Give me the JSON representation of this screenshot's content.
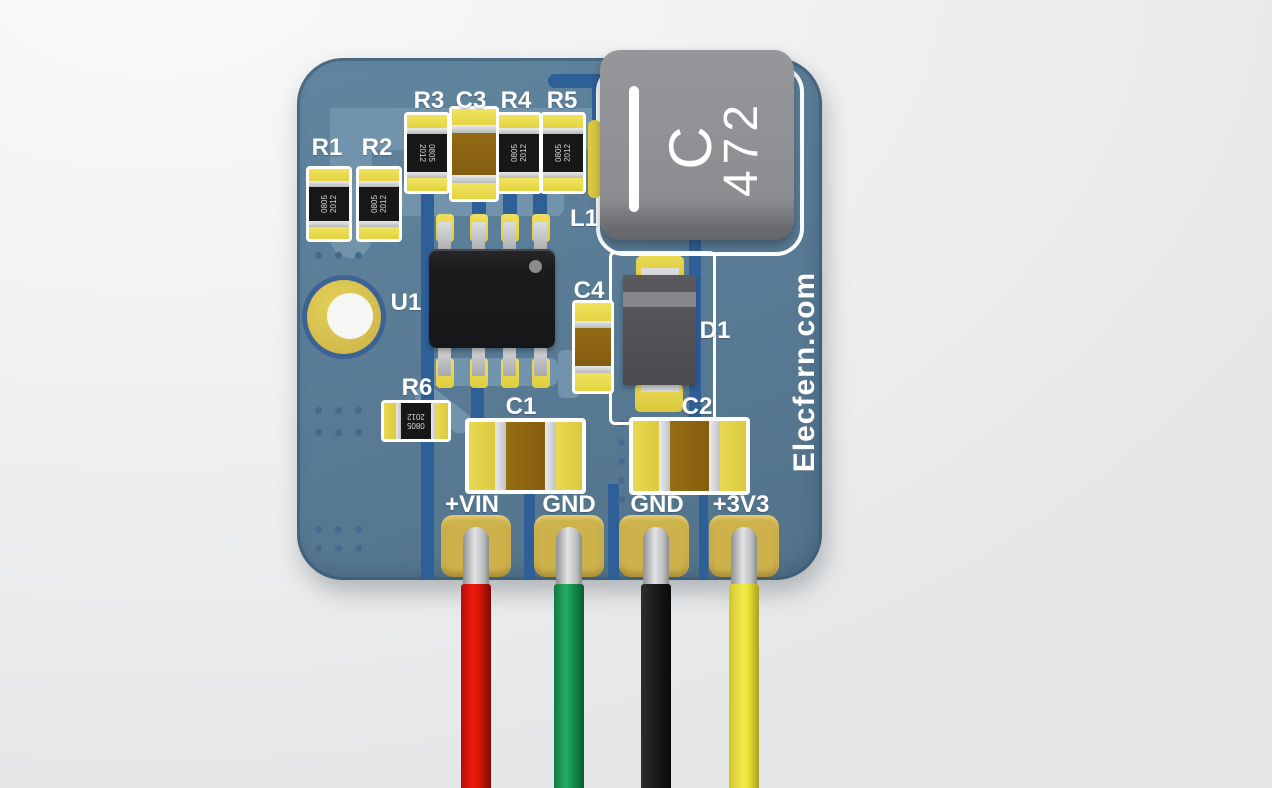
{
  "brand": {
    "site": "Elecfern.com"
  },
  "silkscreen": {
    "r1": "R1",
    "r2": "R2",
    "r3": "R3",
    "c3": "C3",
    "r4": "R4",
    "r5": "R5",
    "l1": "L1",
    "u1": "U1",
    "c4": "C4",
    "d1": "D1",
    "r6": "R6",
    "c1": "C1",
    "c2": "C2"
  },
  "pins": [
    {
      "label": "+VIN",
      "wire": "red",
      "wire_color": "#e0170b"
    },
    {
      "label": "GND",
      "wire": "green",
      "wire_color": "#1f9e58"
    },
    {
      "label": "GND",
      "wire": "black",
      "wire_color": "#141414"
    },
    {
      "label": "+3V3",
      "wire": "yellow",
      "wire_color": "#efe542"
    }
  ],
  "markings": {
    "chip": {
      "line1": "0805",
      "line2": "2012"
    },
    "inductor": {
      "letter": "C",
      "code": "472"
    }
  },
  "colors": {
    "board": "#587a94",
    "trace_light": "#7193ac",
    "trace_dark": "#2e5f97",
    "pad_gold": "#cdb14b",
    "component_pad": "#e8d94f",
    "silkscreen": "#ffffff",
    "inductor_body": "#8b8d90",
    "capacitor_dielectric": "#8a6211"
  }
}
